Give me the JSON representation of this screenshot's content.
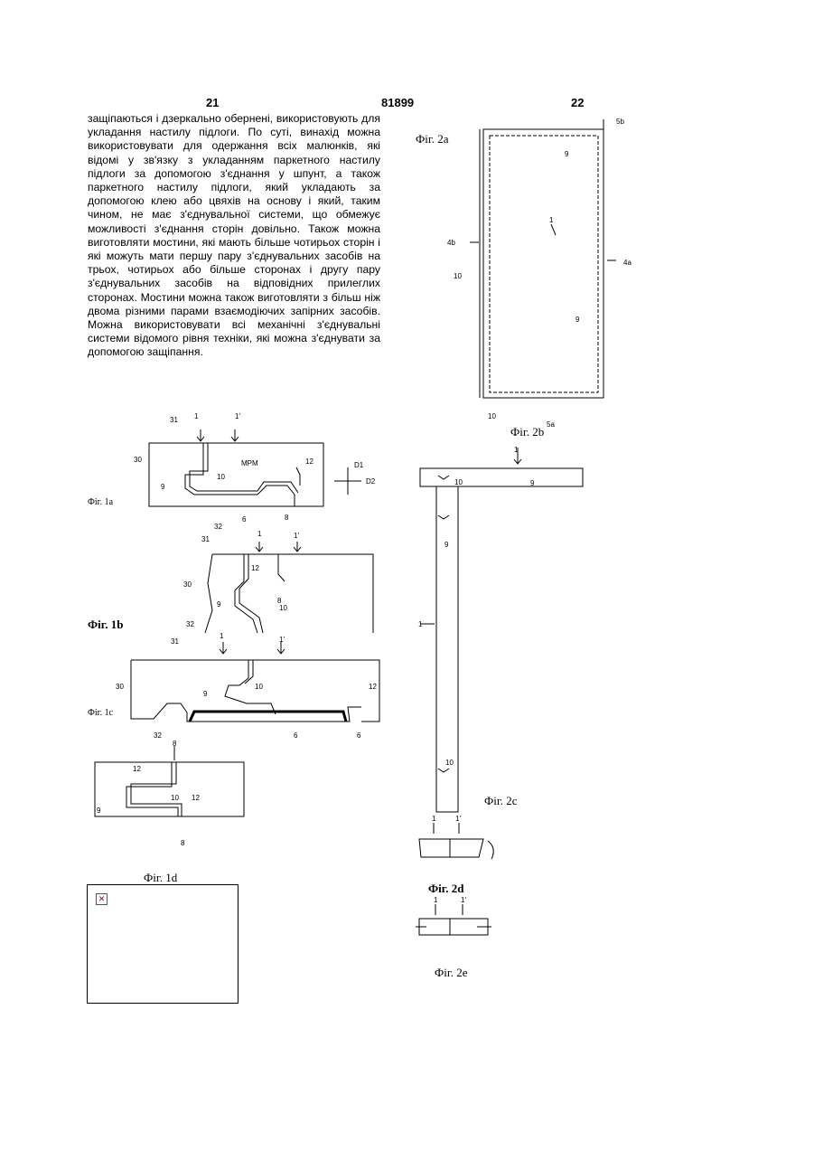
{
  "header": {
    "left_page": "21",
    "doc_number": "81899",
    "right_page": "22"
  },
  "body_text": "защіпаються і дзеркально обернені, використовують для укладання настилу підлоги. По суті, винахід можна використовувати для одержання всіх малюнків, які відомі у зв'язку з укладанням паркетного настилу підлоги за допомогою з'єднання у шпунт, а також паркетного настилу підлоги, який укладають за допомогою клею або цвяхів на основу і який, таким чином, не має з'єднувальної системи, що обмежує можливості з'єднання сторін довільно. Також можна виготовляти мостини, які мають більше чотирьох сторін і які можуть мати першу пару з'єднувальних засобів на трьох, чотирьох або більше сторонах і другу пару з'єднувальних засобів на відповідних прилеглих сторонах. Мостини можна також виготовляти з більш ніж двома різними парами взаємодіючих запірних засобів. Можна використовувати всі механічні з'єднувальні системи відомого рівня техніки, які можна з'єднувати за допомогою защіпання.",
  "figures": {
    "fig1a": {
      "caption": "Фіг. 1а",
      "labels": [
        "31",
        "1",
        "1'",
        "30",
        "MPM",
        "12",
        "D1",
        "D2",
        "10",
        "9",
        "32",
        "6",
        "8"
      ]
    },
    "fig1b": {
      "caption": "Фіг. 1b",
      "labels": [
        "31",
        "1",
        "1'",
        "12",
        "30",
        "8",
        "9",
        "10",
        "32"
      ]
    },
    "fig1c": {
      "caption": "Фіг. 1с",
      "labels": [
        "31",
        "1",
        "1'",
        "30",
        "10",
        "9",
        "12",
        "32",
        "6",
        "6"
      ]
    },
    "fig1d": {
      "caption": "Фіг. 1d",
      "labels": [
        "8",
        "12",
        "10",
        "12",
        "9",
        "8"
      ]
    },
    "fig2a": {
      "caption": "Фіг. 2а",
      "labels": [
        "5b",
        "9",
        "1",
        "4b",
        "4a",
        "10",
        "9",
        "10",
        "5a"
      ]
    },
    "fig2b": {
      "caption": "Фіг. 2b",
      "labels": [
        "1",
        "10",
        "9",
        "9",
        "1",
        "10"
      ]
    },
    "fig2c": {
      "caption": "Фіг. 2с",
      "labels": [
        "1",
        "1'"
      ]
    },
    "fig2d": {
      "caption": "Фіг. 2d",
      "labels": [
        "1",
        "1'"
      ]
    },
    "fig2e": {
      "caption": "Фіг. 2е"
    }
  },
  "broken_image_icon": "broken-image-icon"
}
